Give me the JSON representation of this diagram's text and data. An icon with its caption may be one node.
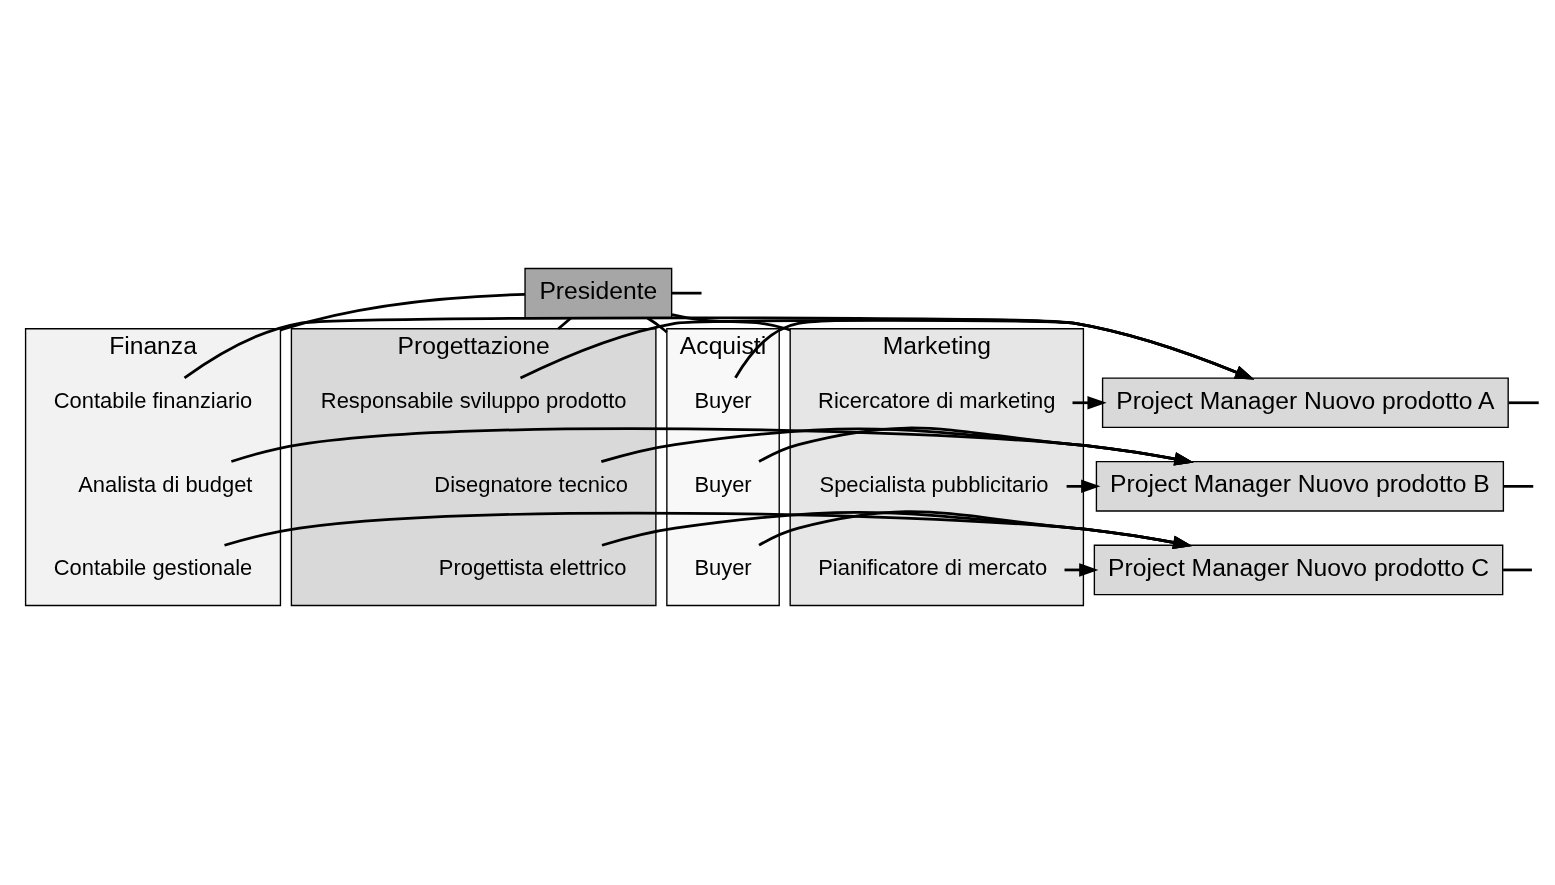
{
  "diagram": {
    "nodes": [
      {
        "text": [
          "Presidente"
        ]
      },
      {
        "text": [
          "Finanza"
        ]
      },
      {
        "text": [
          "Contabile finanziario"
        ],
        "in": 1
      },
      {
        "text": [
          "Analista di budget"
        ],
        "in": 1
      },
      {
        "text": [
          "Contabile gestionale"
        ],
        "in": 1
      },
      {
        "text": [
          "Progettazione"
        ]
      },
      {
        "text": [
          "Responsabile sviluppo prodotto"
        ],
        "in": 5
      },
      {
        "text": [
          "Disegnatore tecnico"
        ],
        "in": 5
      },
      {
        "text": [
          "Progettista elettrico"
        ],
        "in": 5
      },
      {
        "text": [
          "Acquisti"
        ]
      },
      {
        "text": [
          "Buyer"
        ],
        "in": 9
      },
      {
        "text": [
          "Buyer"
        ],
        "in": 9
      },
      {
        "text": [
          "Buyer"
        ],
        "in": 9
      },
      {
        "text": [
          "Marketing"
        ]
      },
      {
        "text": [
          "Ricercatore di marketing"
        ],
        "in": 13
      },
      {
        "text": [
          "Specialista pubblicitario"
        ],
        "in": 13
      },
      {
        "text": [
          "Pianificatore di mercato"
        ],
        "in": 13
      },
      {
        "text": [
          "Project Manager Nuovo prodotto A"
        ]
      },
      {
        "text": [
          "Project Manager Nuovo prodotto B"
        ]
      },
      {
        "text": [
          "Project Manager Nuovo prodotto C"
        ]
      }
    ],
    "edges": [
      {
        "from": 0,
        "to": 1,
        "arrow": "none"
      },
      {
        "from": 0,
        "to": 5,
        "arrow": "none"
      },
      {
        "from": 0,
        "to": 9,
        "arrow": "none"
      },
      {
        "from": 0,
        "to": 13,
        "arrow": "none"
      },
      {
        "from": 0,
        "to": null,
        "arrow": "none"
      },
      {
        "from": 2,
        "to": 17,
        "arrow": "to"
      },
      {
        "from": 6,
        "to": 17,
        "arrow": "to"
      },
      {
        "from": 10,
        "to": 17,
        "arrow": "to"
      },
      {
        "from": 14,
        "to": 17,
        "arrow": "to"
      },
      {
        "from": 3,
        "to": 18,
        "arrow": "to"
      },
      {
        "from": 7,
        "to": 18,
        "arrow": "to"
      },
      {
        "from": 11,
        "to": 18,
        "arrow": "to"
      },
      {
        "from": 15,
        "to": 18,
        "arrow": "to"
      },
      {
        "from": 4,
        "to": 19,
        "arrow": "to"
      },
      {
        "from": 8,
        "to": 19,
        "arrow": "to"
      },
      {
        "from": 12,
        "to": 19,
        "arrow": "to"
      },
      {
        "from": 16,
        "to": 19,
        "arrow": "to"
      },
      {
        "from": 17,
        "to": null,
        "arrow": "none"
      },
      {
        "from": 18,
        "to": null,
        "arrow": "none"
      },
      {
        "from": 19,
        "to": null,
        "arrow": "none"
      }
    ]
  }
}
